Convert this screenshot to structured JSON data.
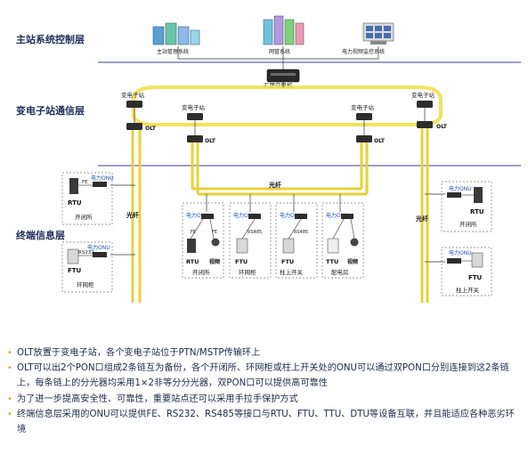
{
  "layers": {
    "master": "主站系统控制层",
    "substation": "变电子站通信层",
    "terminal": "终端信息层"
  },
  "master_systems": {
    "main_mgmt": "主站管理系统",
    "netmgmt": "网管系统",
    "video": "电力视频监控系统",
    "switch": "汇聚交换机"
  },
  "substation_label": "变电子站",
  "olt": "OLT",
  "fiber": "光纤",
  "onu": "电力ONU",
  "fe": "FE",
  "rs232": "RS232",
  "rs485": "RS485",
  "devices": {
    "rtu": "RTU",
    "ftu": "FTU",
    "ttu": "TTU",
    "camera": "视频"
  },
  "places": {
    "switching_station": "开闭所",
    "ring_cabinet": "环网柜",
    "pole_switch": "柱上开关",
    "distribution_room": "配电房"
  },
  "notes": [
    "OLT放置于变电子站，各个变电子站位于PTN/MSTP传输环上",
    "OLT可以出2个PON口组成2条链互为备份，各个开闭所、环网柜或柱上开关处的ONU可以通过双PON口分别连接到这2条链上，每条链上的分光器均采用1×2非等分分光器，双PON口可以提供高可靠性",
    "为了进一步提高安全性、可靠性，重要站点还可以采用手拉手保护方式",
    "终端信息层采用的ONU可以提供FE、RS232、RS485等接口与RTU、FTU、TTU、DTU等设备互联，并且能适应各种恶劣环境"
  ],
  "colors": {
    "fiber_ring": "#f2e04a",
    "fiber_drop": "#e6d23a",
    "layer_line": "#3b3f8f",
    "bullet": "#e8a23b",
    "label_blue": "#1a55b4"
  }
}
